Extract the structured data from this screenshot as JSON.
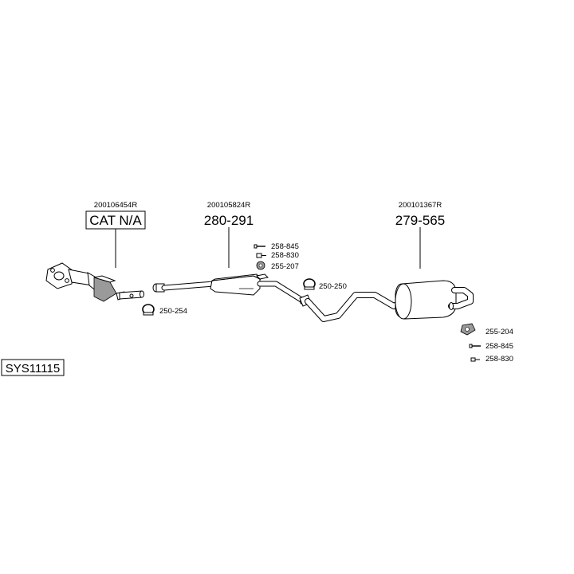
{
  "system_code": "SYS11115",
  "parts": {
    "catalyst": {
      "ref": "200106454R",
      "number": "CAT N/A"
    },
    "middle_silencer": {
      "ref": "200105824R",
      "number": "280-291"
    },
    "rear_silencer": {
      "ref": "200101367R",
      "number": "279-565"
    }
  },
  "accessories": {
    "clamp_front": "250-254",
    "clamp_rear": "250-250",
    "mid_bolt": "258-845",
    "mid_nut": "258-830",
    "mid_rubber": "255-207",
    "rear_rubber": "255-204",
    "rear_bolt": "258-845",
    "rear_nut": "258-830"
  }
}
